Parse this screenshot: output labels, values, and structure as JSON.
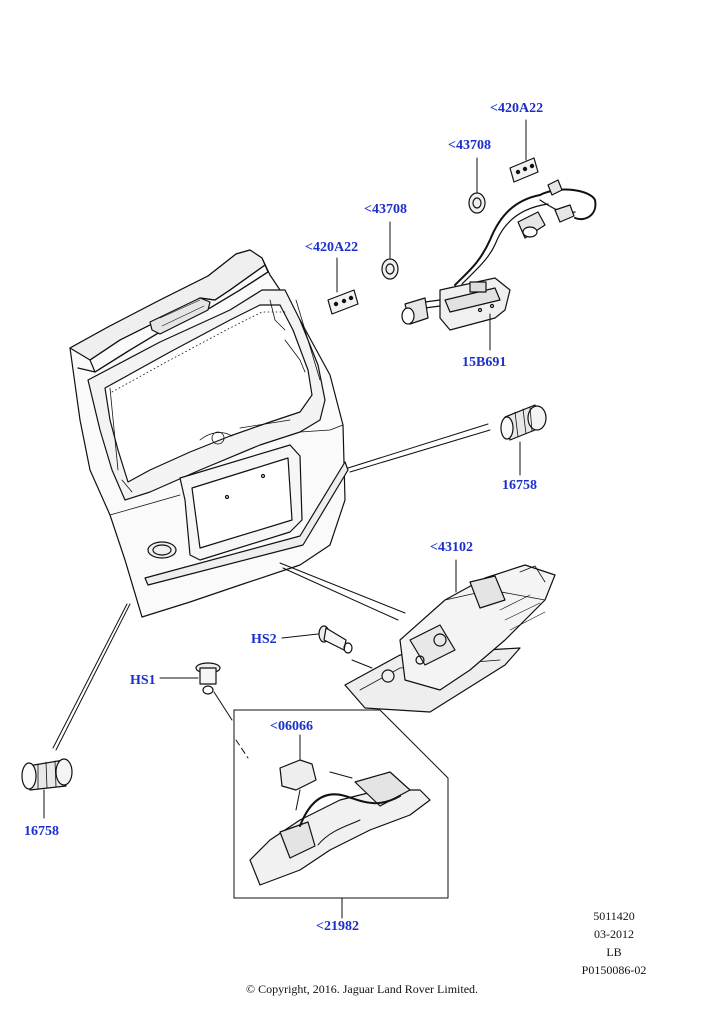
{
  "labels": {
    "clip_upper_right": "<420A22",
    "grommet_upper_right": "<43708",
    "grommet_upper_left": "<43708",
    "clip_upper_left": "<420A22",
    "harness": "15B691",
    "bump_stop_right": "16758",
    "latch_assembly": "<43102",
    "screw_hs2": "HS2",
    "screw_hs1": "HS1",
    "cap": "<06066",
    "bump_stop_left": "16758",
    "latch_kit": "<21982"
  },
  "meta": {
    "ref_number": "5011420",
    "date": "03-2012",
    "market": "LB",
    "illustration_code": "P0150086-02"
  },
  "copyright": "© Copyright, 2016. Jaguar Land Rover Limited."
}
